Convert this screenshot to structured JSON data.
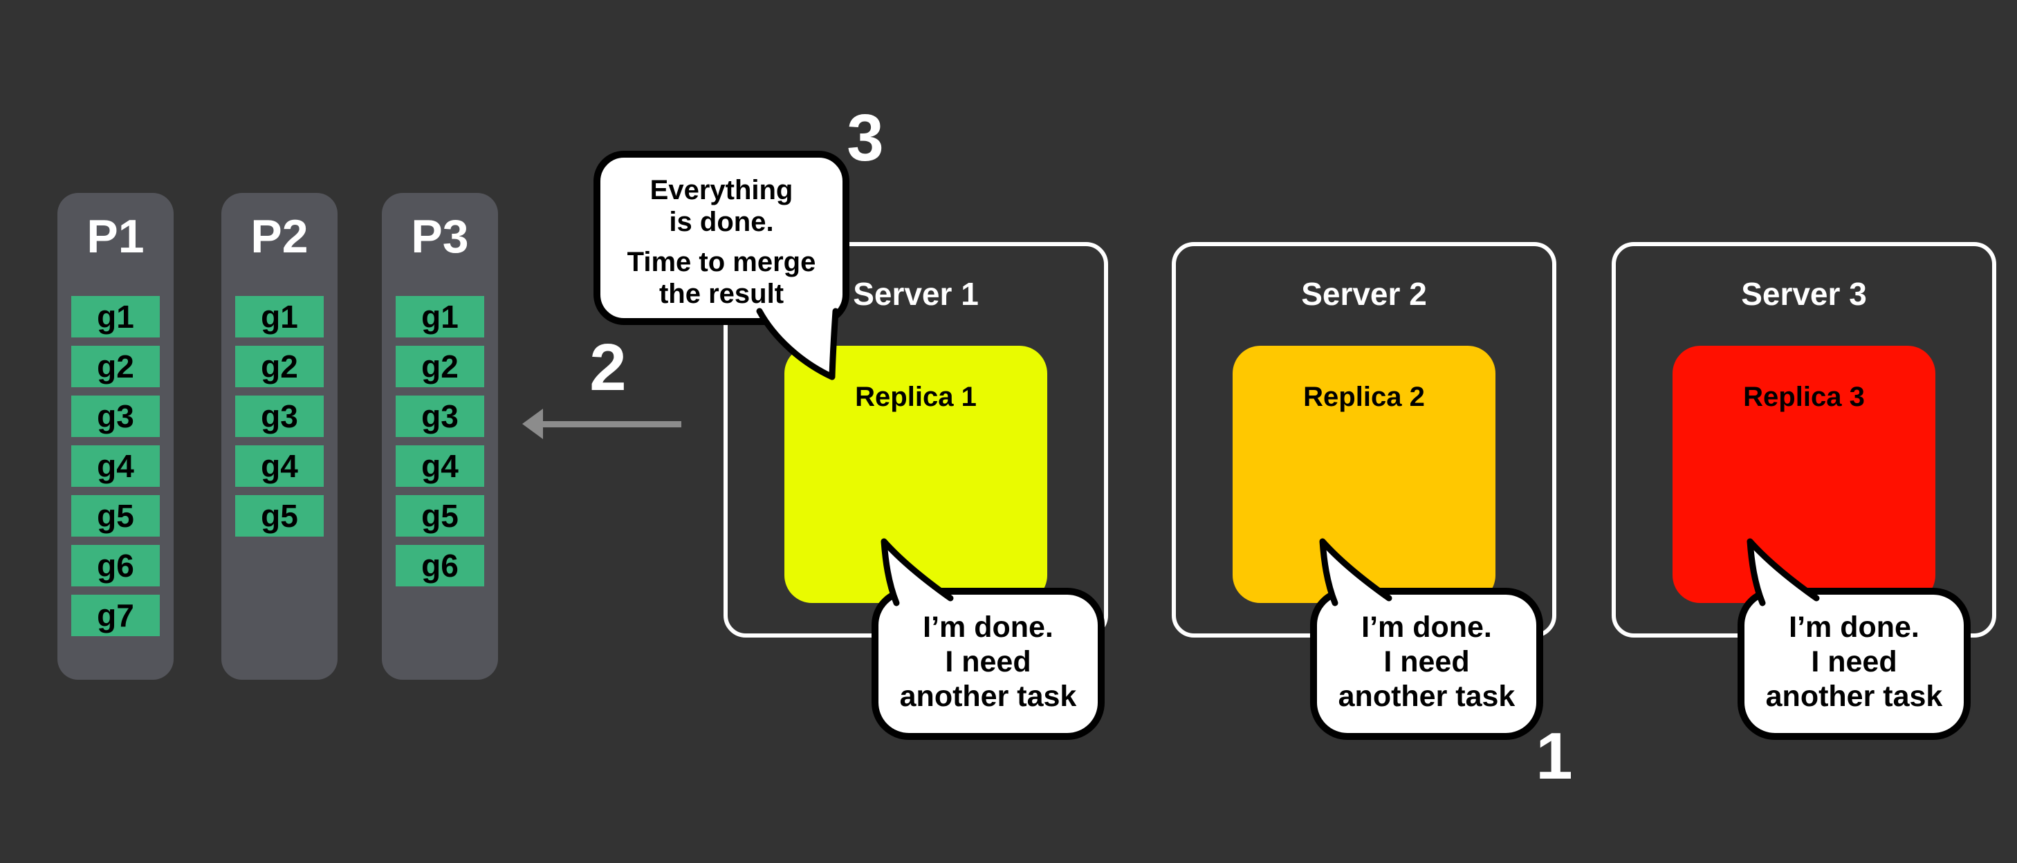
{
  "colors": {
    "background": "#333333",
    "partition_bg": "#54555B",
    "task_chip": "#3CB47E",
    "replica_yellow": "#E9FB00",
    "replica_amber": "#FFC800",
    "replica_red": "#FF1000",
    "server_border": "#FFFFFF",
    "bubble_bg": "#FFFFFF",
    "bubble_border": "#000000",
    "arrow_gray": "#8C8C8C",
    "text_light": "#FFFFFF",
    "text_dark": "#000000"
  },
  "partitions": [
    {
      "label": "P1",
      "tasks": [
        "g1",
        "g2",
        "g3",
        "g4",
        "g5",
        "g6",
        "g7"
      ]
    },
    {
      "label": "P2",
      "tasks": [
        "g1",
        "g2",
        "g3",
        "g4",
        "g5"
      ]
    },
    {
      "label": "P3",
      "tasks": [
        "g1",
        "g2",
        "g3",
        "g4",
        "g5",
        "g6"
      ]
    }
  ],
  "servers": [
    {
      "title": "Server 1",
      "replica_label": "Replica 1",
      "replica_color": "#E9FB00"
    },
    {
      "title": "Server 2",
      "replica_label": "Replica 2",
      "replica_color": "#FFC800"
    },
    {
      "title": "Server 3",
      "replica_label": "Replica 3",
      "replica_color": "#FF1000"
    }
  ],
  "bubbles": {
    "merge": {
      "paragraphs": [
        [
          "Everything",
          "is done."
        ],
        [
          "Time to merge",
          "the result"
        ]
      ]
    },
    "done": {
      "lines": [
        "I’m done.",
        "I need",
        "another task"
      ]
    }
  },
  "steps": {
    "done_request": "1",
    "merge_arrow": "2",
    "merge_announcement": "3"
  }
}
